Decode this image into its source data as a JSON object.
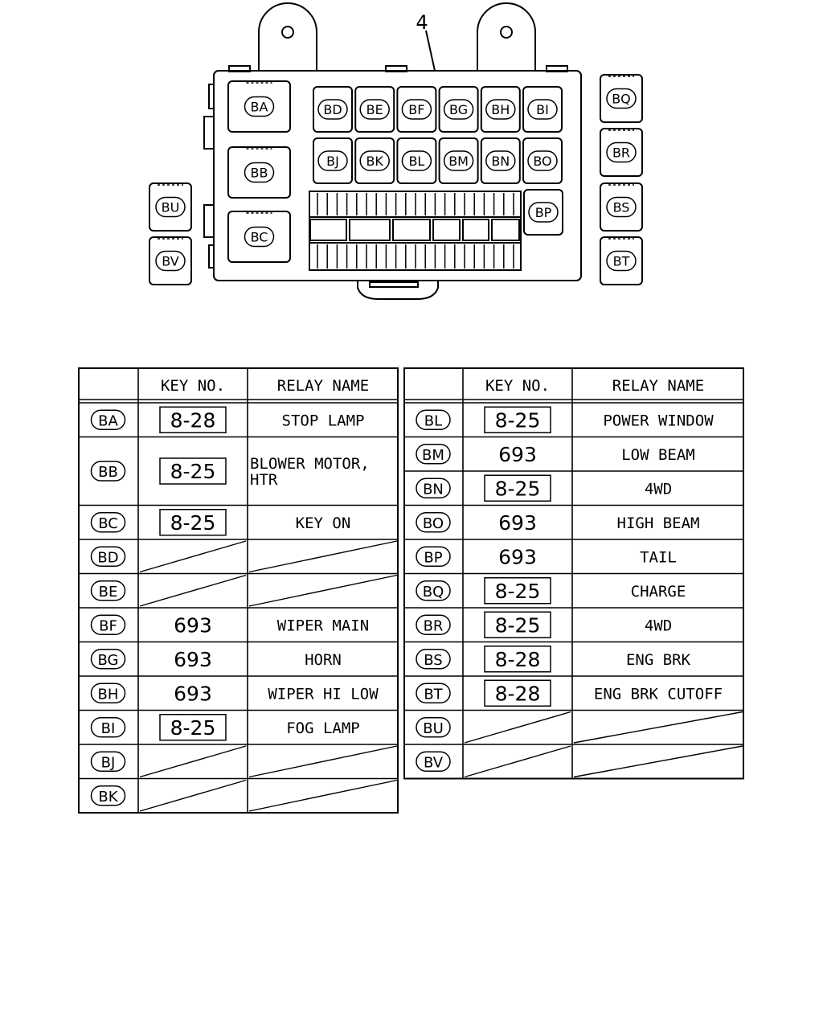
{
  "diagram": {
    "callout": "4",
    "left_modules": [
      "BU",
      "BV"
    ],
    "right_modules": [
      "BQ",
      "BR",
      "BS",
      "BT"
    ],
    "large_relays": [
      "BA",
      "BB",
      "BC"
    ],
    "top_row_relays": [
      "BD",
      "BE",
      "BF",
      "BG",
      "BH",
      "BI"
    ],
    "mid_row_relays": [
      "BJ",
      "BK",
      "BL",
      "BM",
      "BN",
      "BO"
    ],
    "side_relay": "BP"
  },
  "tables": {
    "header_key": "KEY NO.",
    "header_relay": "RELAY NAME",
    "left": [
      {
        "id": "BA",
        "key": "8-28",
        "boxed": true,
        "name": "STOP LAMP"
      },
      {
        "id": "BB",
        "key": "8-25",
        "boxed": true,
        "name": "BLOWER MOTOR,\nHTR"
      },
      {
        "id": "BC",
        "key": "8-25",
        "boxed": true,
        "name": "KEY ON"
      },
      {
        "id": "BD",
        "key": "",
        "boxed": false,
        "name": ""
      },
      {
        "id": "BE",
        "key": "",
        "boxed": false,
        "name": ""
      },
      {
        "id": "BF",
        "key": "693",
        "boxed": false,
        "name": "WIPER MAIN"
      },
      {
        "id": "BG",
        "key": "693",
        "boxed": false,
        "name": "HORN"
      },
      {
        "id": "BH",
        "key": "693",
        "boxed": false,
        "name": "WIPER HI LOW"
      },
      {
        "id": "BI",
        "key": "8-25",
        "boxed": true,
        "name": "FOG LAMP"
      },
      {
        "id": "BJ",
        "key": "",
        "boxed": false,
        "name": ""
      },
      {
        "id": "BK",
        "key": "",
        "boxed": false,
        "name": ""
      }
    ],
    "right": [
      {
        "id": "BL",
        "key": "8-25",
        "boxed": true,
        "name": "POWER WINDOW"
      },
      {
        "id": "BM",
        "key": "693",
        "boxed": false,
        "name": "LOW BEAM"
      },
      {
        "id": "BN",
        "key": "8-25",
        "boxed": true,
        "name": "4WD"
      },
      {
        "id": "BO",
        "key": "693",
        "boxed": false,
        "name": "HIGH BEAM"
      },
      {
        "id": "BP",
        "key": "693",
        "boxed": false,
        "name": "TAIL"
      },
      {
        "id": "BQ",
        "key": "8-25",
        "boxed": true,
        "name": "CHARGE"
      },
      {
        "id": "BR",
        "key": "8-25",
        "boxed": true,
        "name": "4WD"
      },
      {
        "id": "BS",
        "key": "8-28",
        "boxed": true,
        "name": "ENG BRK"
      },
      {
        "id": "BT",
        "key": "8-28",
        "boxed": true,
        "name": "ENG BRK CUTOFF"
      },
      {
        "id": "BU",
        "key": "",
        "boxed": false,
        "name": ""
      },
      {
        "id": "BV",
        "key": "",
        "boxed": false,
        "name": ""
      }
    ]
  }
}
